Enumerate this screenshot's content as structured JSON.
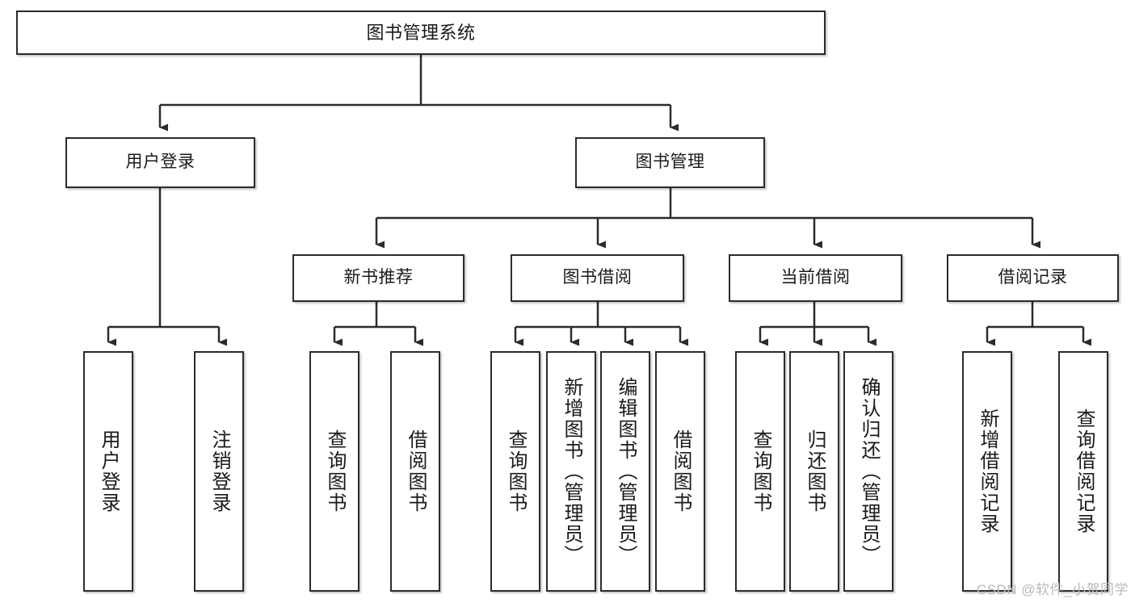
{
  "diagram": {
    "title": "图书管理系统",
    "watermark": "CSDN @软件_小贺同学",
    "stroke_color": "#2b2b2b",
    "fill_color": "#ffffff",
    "text_color": "#1a1a1a",
    "watermark_color": "#b9b9b9"
  },
  "nodes": {
    "root": {
      "label": "图书管理系统"
    },
    "level2": [
      {
        "label": "用户登录"
      },
      {
        "label": "图书管理"
      }
    ],
    "level3": [
      {
        "label": "新书推荐"
      },
      {
        "label": "图书借阅"
      },
      {
        "label": "当前借阅"
      },
      {
        "label": "借阅记录"
      }
    ],
    "leaves": {
      "user_login": [
        {
          "label": "用户登录"
        },
        {
          "label": "注销登录"
        }
      ],
      "new_book": [
        {
          "label": "查询图书"
        },
        {
          "label": "借阅图书"
        }
      ],
      "book_borrow": [
        {
          "label": "查询图书"
        },
        {
          "label": "新增图书（管理员）"
        },
        {
          "label": "编辑图书（管理员）"
        },
        {
          "label": "借阅图书"
        }
      ],
      "current_borrow": [
        {
          "label": "查询图书"
        },
        {
          "label": "归还图书"
        },
        {
          "label": "确认归还（管理员）"
        }
      ],
      "borrow_record": [
        {
          "label": "新增借阅记录"
        },
        {
          "label": "查询借阅记录"
        }
      ]
    }
  }
}
